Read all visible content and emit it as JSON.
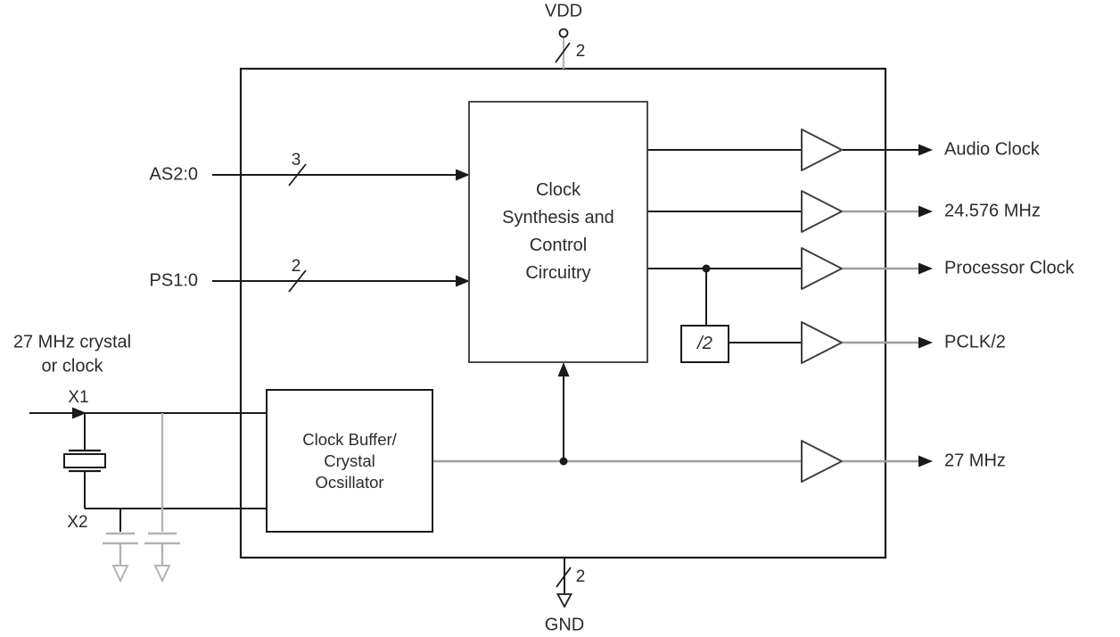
{
  "colors": {
    "ink": "#2b2b2b",
    "wire_black": "#1a1a1a",
    "wire_gray": "#9e9e9e",
    "component_gray": "#b3b3b3",
    "box_border": "#4a4a4a"
  },
  "power_top": {
    "label": "VDD",
    "bus_width": "2"
  },
  "power_bottom": {
    "label": "GND",
    "bus_width": "2"
  },
  "inputs": [
    {
      "label": "AS2:0",
      "bus_width": "3"
    },
    {
      "label": "PS1:0",
      "bus_width": "2"
    }
  ],
  "crystal": {
    "caption_line1": "27 MHz crystal",
    "caption_line2": "or clock",
    "pin_x1": "X1",
    "pin_x2": "X2"
  },
  "blocks": {
    "synthesis": {
      "lines": [
        "Clock",
        "Synthesis and",
        "Control",
        "Circuitry"
      ]
    },
    "buffer": {
      "lines": [
        "Clock Buffer/",
        "Crystal",
        "Ocsillator"
      ]
    },
    "divider": {
      "label": "/2"
    }
  },
  "outputs": [
    {
      "label": "Audio Clock"
    },
    {
      "label": "24.576 MHz"
    },
    {
      "label": "Processor Clock"
    },
    {
      "label": "PCLK/2"
    },
    {
      "label": "27 MHz"
    }
  ]
}
